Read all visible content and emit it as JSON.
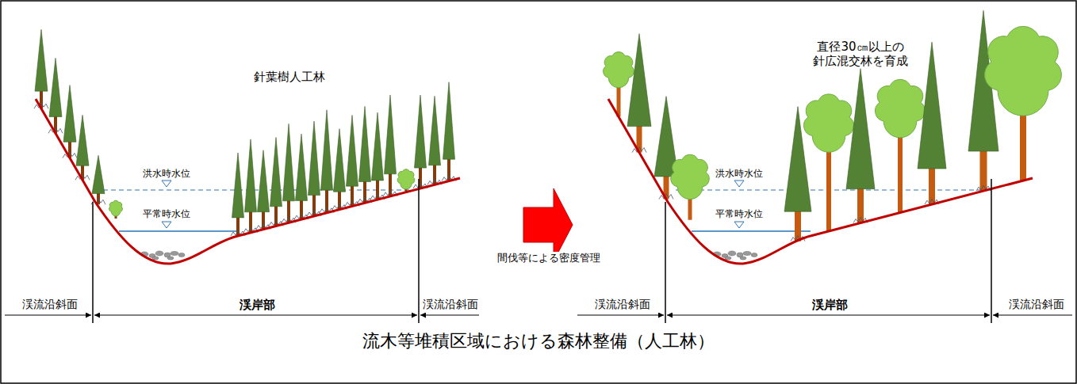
{
  "diagram": {
    "caption": "流木等堆積区域における森林整備（人工林）",
    "labels": [
      "針葉樹人工林",
      "洪水時水位",
      "平常時水位",
      "渓流沿斜面",
      "渓岸部",
      "渓流沿斜面",
      "間伐等による密度管理",
      "直径30㎝以上の 針広混交林を育成",
      "洪水時水位",
      "平常時水位",
      "渓流沿斜面",
      "渓岸部",
      "渓流沿斜面"
    ]
  }
}
